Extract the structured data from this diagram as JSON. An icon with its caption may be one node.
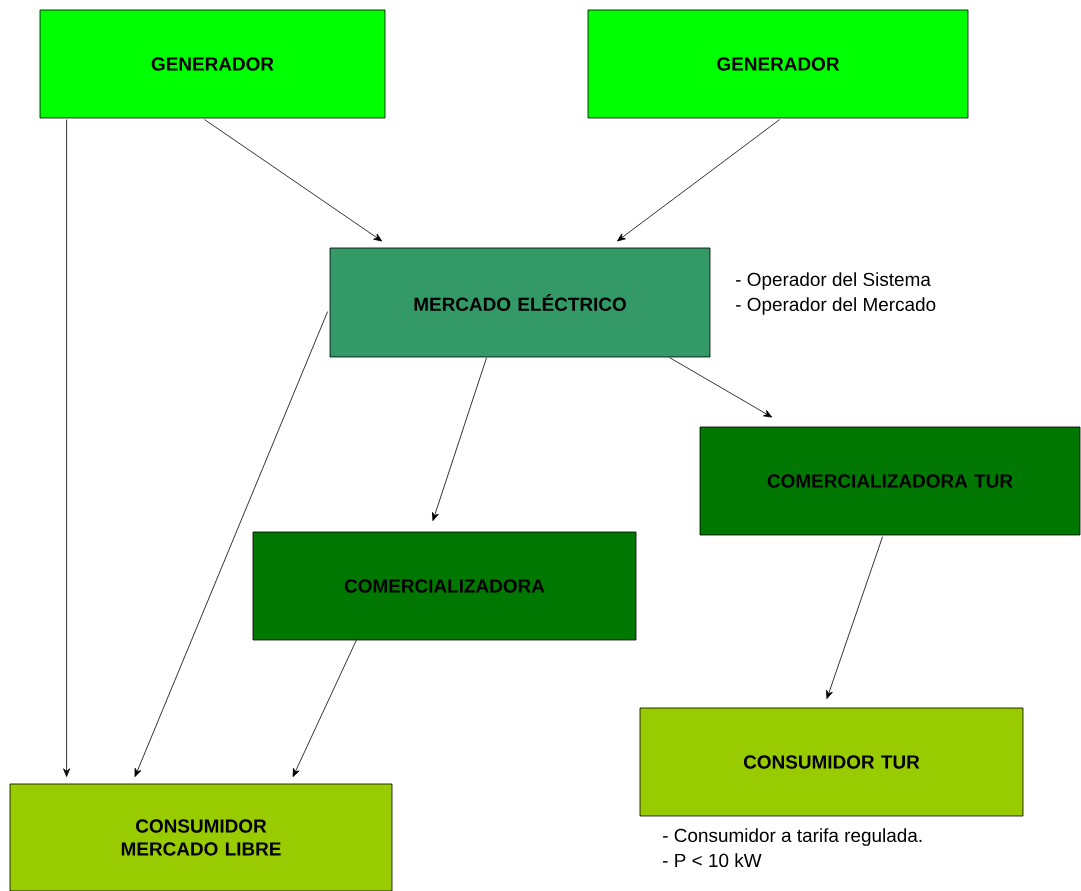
{
  "diagram": {
    "nodes": [
      {
        "text": [
          "GENERADOR"
        ]
      },
      {
        "text": [
          "GENERADOR"
        ]
      },
      {
        "text": [
          "MERCADO ELÉCTRICO"
        ],
        "beside": [
          "- Operador del Sistema",
          "- Operador del Mercado"
        ]
      },
      {
        "text": [
          "COMERCIALIZADORA TUR"
        ]
      },
      {
        "text": [
          "COMERCIALIZADORA"
        ]
      },
      {
        "text": [
          "CONSUMIDOR TUR"
        ],
        "beside": [
          "- Consumidor a tarifa regulada.",
          "- P < 10 kW"
        ]
      },
      {
        "text": [
          "CONSUMIDOR MERCADO LIBRE"
        ]
      }
    ],
    "edges": [
      {
        "from": 0,
        "to": 6,
        "arrow": "to"
      },
      {
        "from": 0,
        "to": 2,
        "arrow": "to"
      },
      {
        "from": 1,
        "to": 2,
        "arrow": "to"
      },
      {
        "from": 2,
        "to": 6,
        "arrow": "to"
      },
      {
        "from": 2,
        "to": 4,
        "arrow": "to"
      },
      {
        "from": 2,
        "to": 3,
        "arrow": "to"
      },
      {
        "from": 4,
        "to": 6,
        "arrow": "to"
      },
      {
        "from": 3,
        "to": 5,
        "arrow": "to"
      }
    ]
  }
}
